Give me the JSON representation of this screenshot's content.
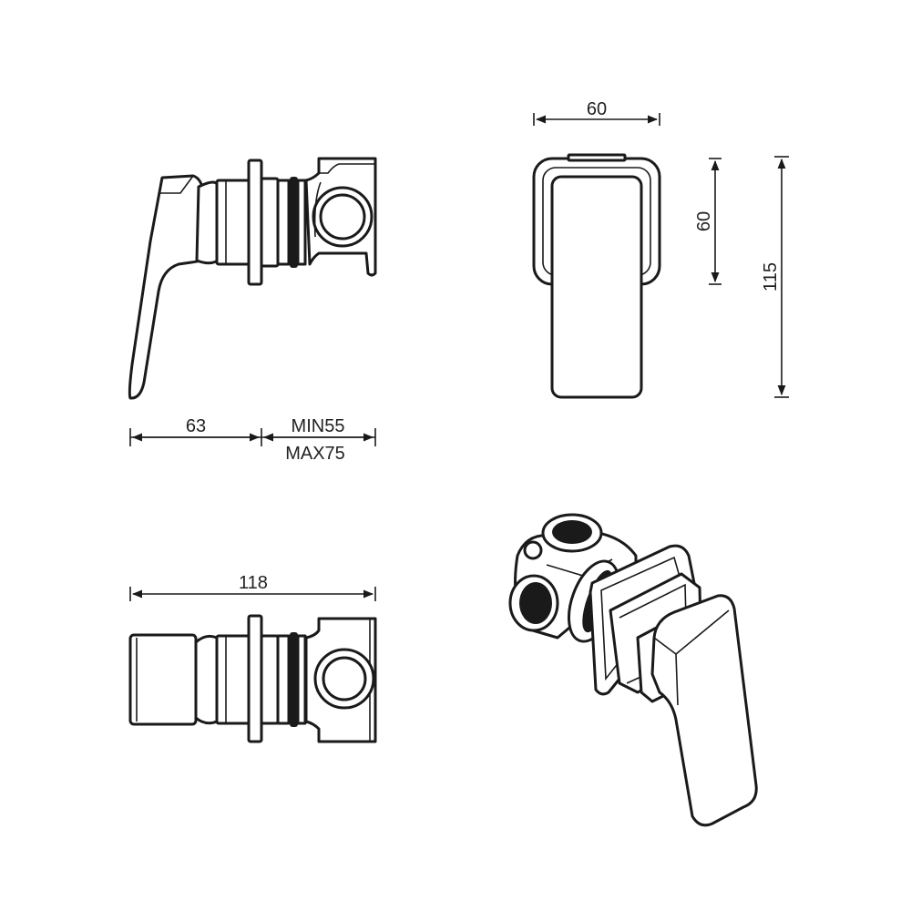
{
  "dimensions": {
    "side_depth": "63",
    "side_wall_min": "MIN55",
    "side_wall_max": "MAX75",
    "front_width": "60",
    "front_plate_height": "60",
    "front_total_height": "115",
    "top_length": "118"
  },
  "colors": {
    "line": "#1a1a1a",
    "background": "#ffffff"
  }
}
